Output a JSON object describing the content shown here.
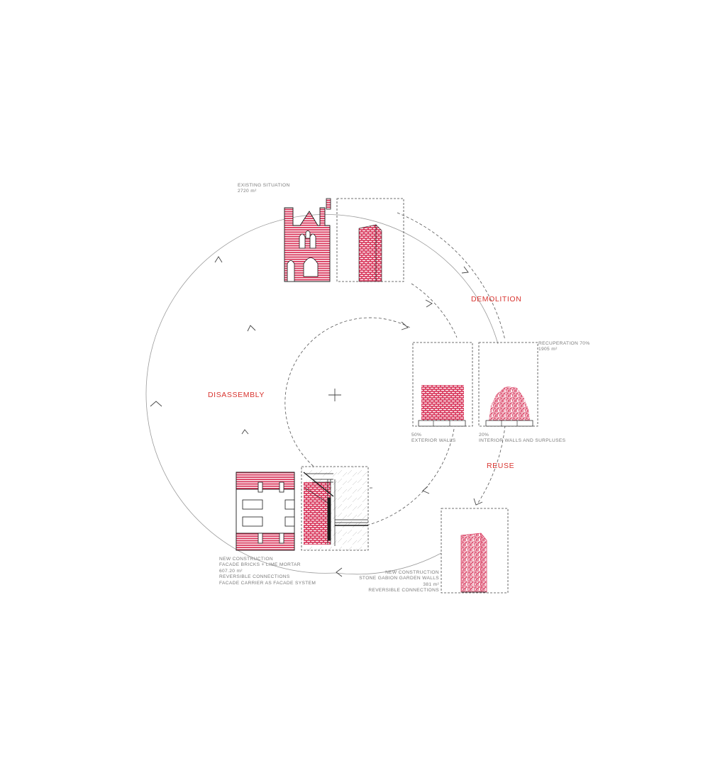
{
  "colors": {
    "accent": "#d93a5e",
    "phase_text": "#d8342f",
    "line": "#9a9a9a",
    "ink": "#1a1a1a"
  },
  "phases": {
    "demolition": "DEMOLITION",
    "disassembly": "DISASSEMBLY",
    "reuse": "REUSE"
  },
  "captions": {
    "existing": [
      "EXISTING SITUATION",
      "2720 m²"
    ],
    "recuperation": [
      "RECUPERATION 70%",
      "1905 m²"
    ],
    "exterior": [
      "50%",
      "EXTERIOR WALLS"
    ],
    "interior": [
      "20%",
      "INTERIOR WALLS AND SURPLUSES"
    ],
    "facade": [
      "NEW CONSTRUCTION",
      "FACADE BRICKS + LIME MORTAR",
      "607.20 m²",
      "REVERSIBLE CONNECTIONS",
      "FACADE CARRIER AS FACADE SYSTEM"
    ],
    "gabion": [
      "NEW CONSTRUCTION",
      "STONE GABION GARDEN WALLS",
      "381 m²",
      "REVERSIBLE CONNECTIONS"
    ]
  },
  "icons": [
    "center-cross-icon",
    "arrow-chevron-icon"
  ]
}
